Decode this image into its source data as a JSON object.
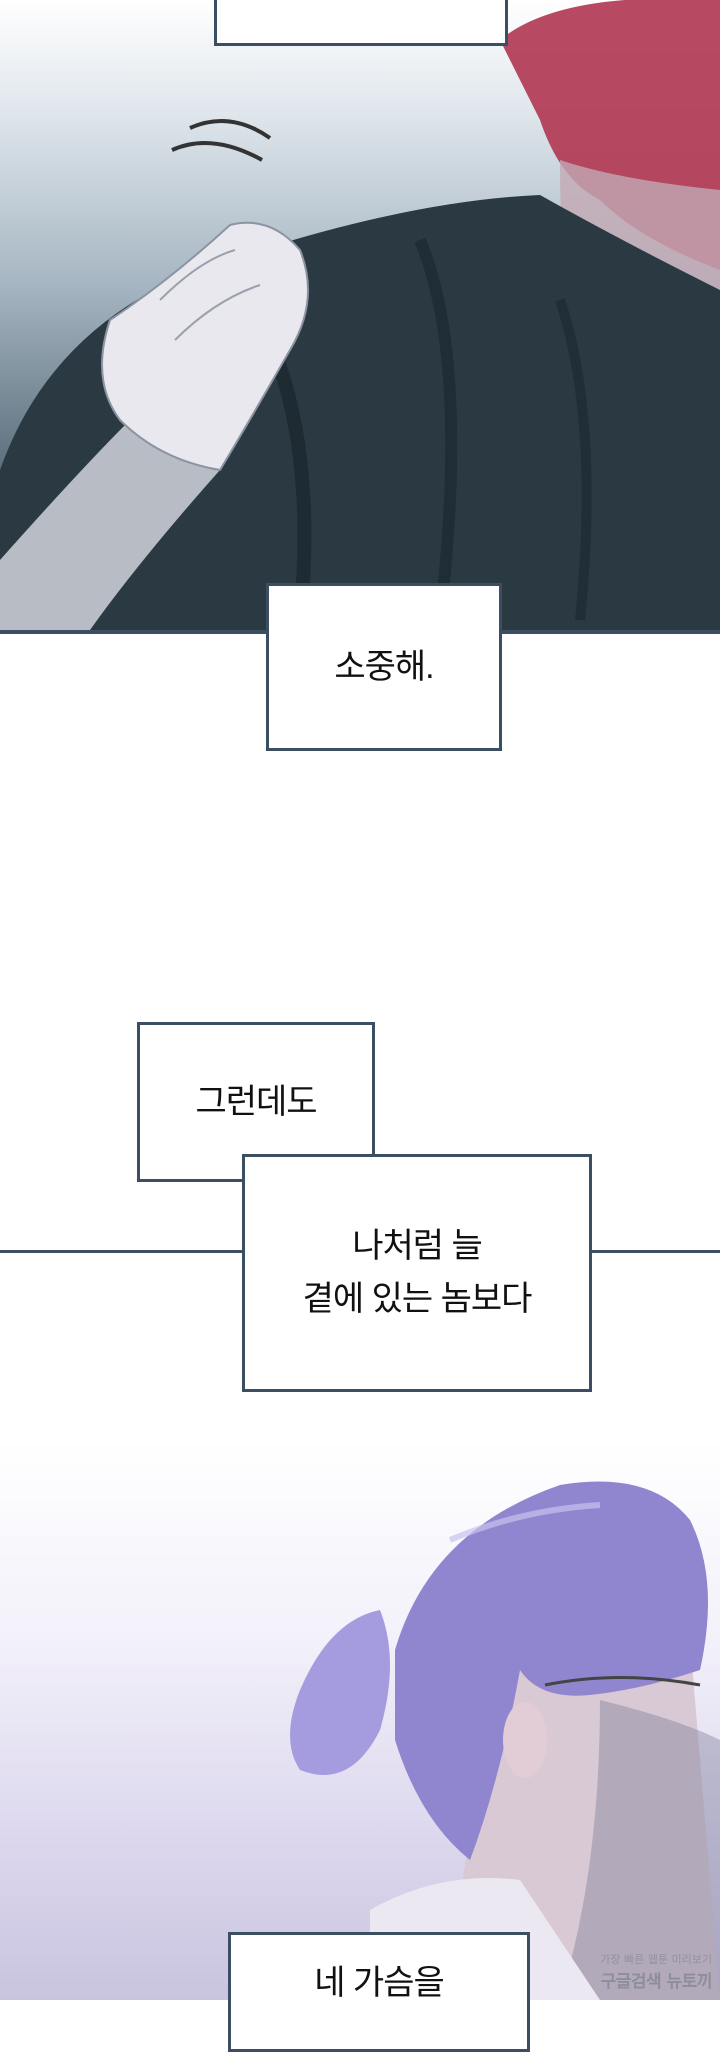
{
  "captions": {
    "c1": "소중해.",
    "c2": "그런데도",
    "c3_line1": "나처럼 늘",
    "c3_line2": "곁에 있는 놈보다",
    "c4_line1": "네 가슴을"
  },
  "watermark": {
    "line1": "가장 빠른 웹툰 미리보기",
    "line2": "구글검색 뉴토끼"
  },
  "colors": {
    "border": "#3c4e62",
    "hair_red": "#b23a55",
    "hair_purple": "#8f86cf",
    "shirt": "#2b3a42"
  }
}
